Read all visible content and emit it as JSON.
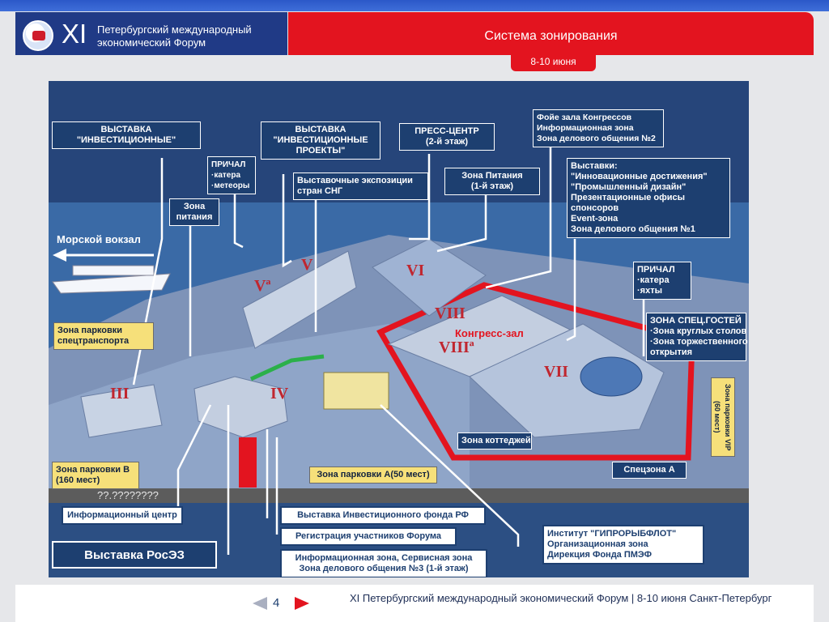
{
  "header": {
    "roman_numeral": "XI",
    "forum_name_line1": "Петербургский международный",
    "forum_name_line2": "экономический Форум",
    "title": "Система зонирования",
    "dates": "8-10 июня"
  },
  "map_labels": {
    "expo_investment": "ВЫСТАВКА\n\"ИНВЕСТИЦИОННЫЕ\"",
    "expo_investment_projects": "ВЫСТАВКА\n\"ИНВЕСТИЦИОННЫЕ\nПРОЕКТЫ\"",
    "press_center": "ПРЕСС-ЦЕНТР\n(2-й этаж)",
    "foyer": "Фойе зала Конгрессов\nИнформационная зона\nЗона делового общения №2",
    "pier_meteors": "ПРИЧАЛ\n·катера\n·метеоры",
    "cis_expositions": "Выставочные экспозиции\nстран СНГ",
    "food_zone_1": "Зона Питания\n(1-й этаж)",
    "exhibitions": "Выставки:\n\"Инновационные достижения\"\n\"Промышленный дизайн\"\nПрезентационные офисы\nспонсоров\nEvent-зона\nЗона делового общения №1",
    "food_zone": "Зона\nпитания",
    "sea_terminal": "Морской вокзал",
    "pier_yachts": "ПРИЧАЛ\n·катера\n·яхты",
    "vip_zone": "ЗОНА СПЕЦ.ГОСТЕЙ\n·Зона круглых столов\n·Зона торжественного\nоткрытия",
    "parking_special": "Зона парковки\nспецтранспорта",
    "congress_hall": "Конгресс-зал",
    "parking_vip": "Зона парковки VIP\n(60 мест)",
    "cottage_zone": "Зона коттеджей",
    "parking_b": "Зона парковки В\n(160 мест)",
    "parking_a": "Зона парковки А(50 мест)",
    "spec_zone_a": "Спецзона А",
    "unknown_text": "??.????????",
    "info_center": "Информационный центр",
    "expo_rf_fund": "Выставка Инвестиционного фонда РФ",
    "registration": "Регистрация участников Форума",
    "institute": "Институт \"ГИПРОРЫБФЛОТ\"\nОрганизационная зона\nДирекция Фонда ПМЭФ",
    "expo_roseez": "Выставка РосЭЗ",
    "info_zone_3": "Информационная зона, Сервисная зона\nЗона делового общения №3 (1-й этаж)"
  },
  "building_numbers": {
    "v": "V",
    "va": "Vª",
    "vi": "VI",
    "viii": "VIII",
    "viiia": "VIIIª",
    "vii": "VII",
    "iii": "III",
    "iv": "IV"
  },
  "footer": {
    "page_number": "4",
    "text": "XI Петербургский международный экономический Форум  |   8-10 июня Санкт-Петербург"
  },
  "colors": {
    "brand_blue": "#203a86",
    "brand_red": "#e3141f",
    "label_bg": "#1d3f70",
    "parking_yellow": "#f6e07a",
    "zone_outline_red": "#e3141f",
    "route_green": "#2bb04a"
  },
  "icons": [
    "forum-logo-icon",
    "ship-icon",
    "arrow-left-icon",
    "arrow-right-icon"
  ]
}
